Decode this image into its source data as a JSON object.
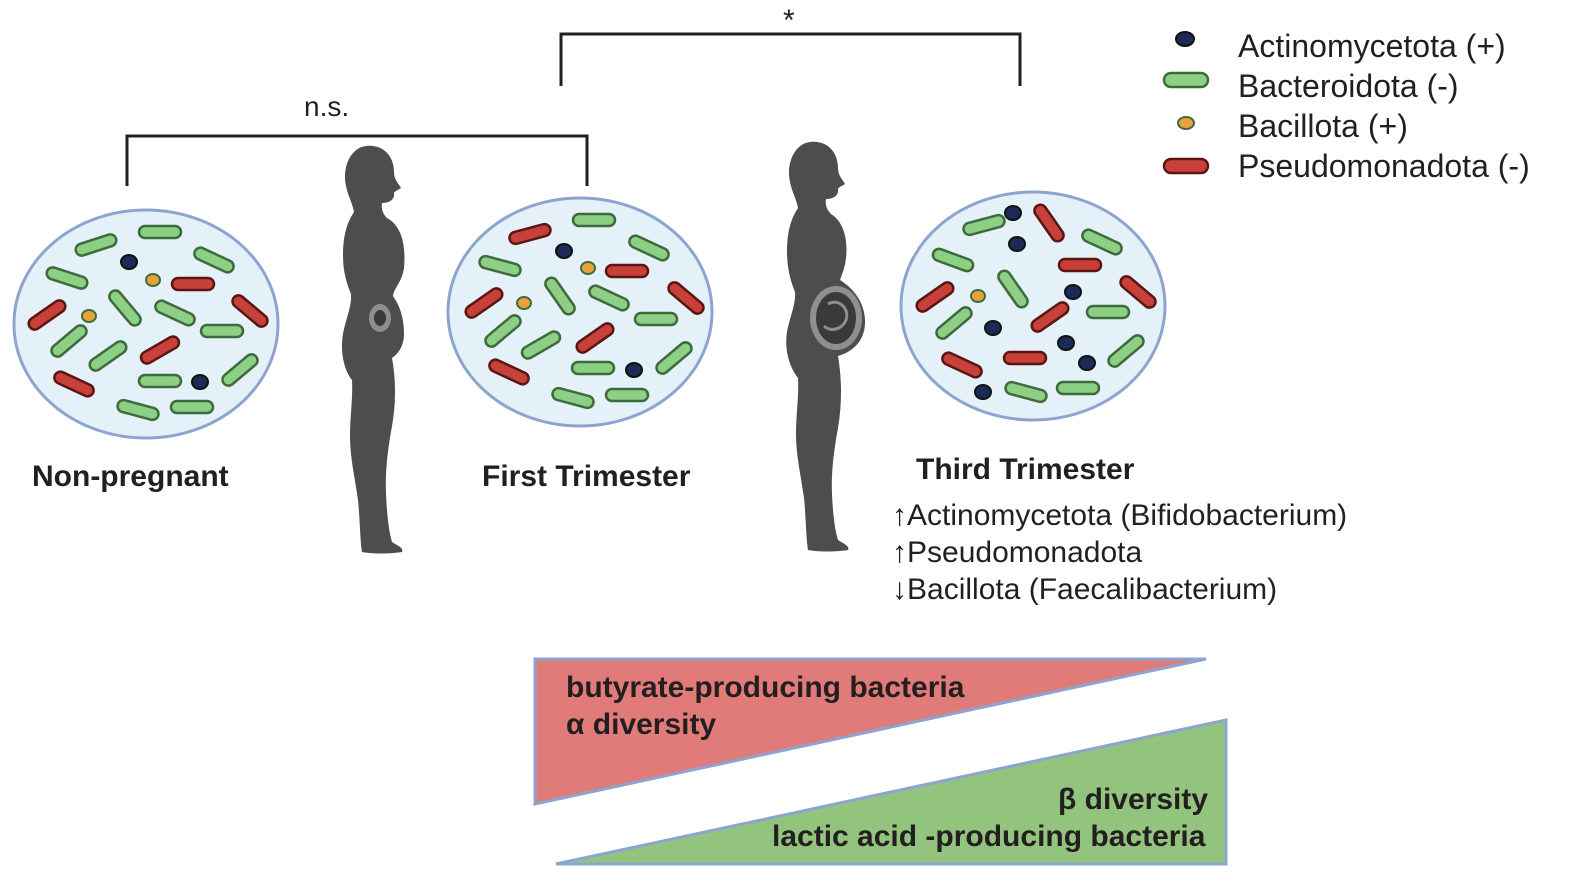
{
  "legend": [
    {
      "label": "Actinomycetota (+)",
      "shape": "coccus",
      "color": "#1b2a56"
    },
    {
      "label": "Bacteroidota (-)",
      "shape": "rod",
      "color": "#8ecf86"
    },
    {
      "label": "Bacillota (+)",
      "shape": "coccus",
      "color": "#e9a23b"
    },
    {
      "label": "Pseudomonadota (-)",
      "shape": "rod",
      "color": "#c8403a"
    }
  ],
  "groups": [
    {
      "label": "Non-pregnant"
    },
    {
      "label": "First Trimester"
    },
    {
      "label": "Third Trimester"
    }
  ],
  "comparisons": [
    {
      "label": "n.s.",
      "between": [
        "Non-pregnant",
        "First Trimester"
      ]
    },
    {
      "label": "*",
      "between": [
        "First Trimester",
        "Third Trimester"
      ]
    }
  ],
  "third_trimester_changes": [
    {
      "arrow": "↑",
      "text": "Actinomycetota (Bifidobacterium)"
    },
    {
      "arrow": "↑",
      "text": "Pseudomonadota"
    },
    {
      "arrow": "↓",
      "text": "Bacillota (Faecalibacterium)"
    }
  ],
  "trends": {
    "decreasing": {
      "line1": "butyrate-producing bacteria",
      "line2": "α diversity",
      "color": "#e07b79"
    },
    "increasing": {
      "line1": "β diversity",
      "line2": "lactic acid -producing bacteria",
      "color": "#93c47d"
    }
  },
  "colors": {
    "circle_fill": "#e5f1f9",
    "circle_stroke": "#8da4d0",
    "silhouette": "#4d4d4f",
    "bracket": "#231f20"
  }
}
